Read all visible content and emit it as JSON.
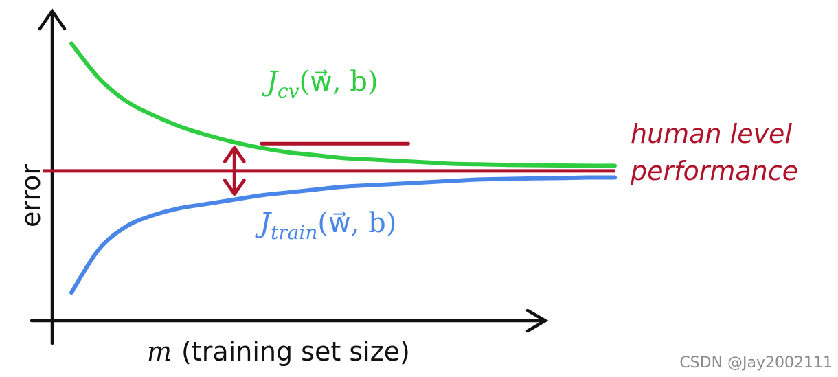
{
  "chart_data": {
    "type": "line",
    "xlabel": "(training set size)",
    "xlabel_symbol": "m",
    "ylabel": "error",
    "grid": false,
    "x": [
      0.0,
      0.05,
      0.1,
      0.15,
      0.2,
      0.25,
      0.3,
      0.35,
      0.4,
      0.45,
      0.5,
      0.55,
      0.6,
      0.65,
      0.7,
      0.75,
      0.8,
      0.85,
      0.9,
      0.95,
      1.0
    ],
    "series": [
      {
        "name": "J_cv(w, b)",
        "label_main": "J",
        "label_sub": "cv",
        "label_args": "(w⃗, b)",
        "color": "#2ecc40",
        "values": [
          0.92,
          0.8,
          0.72,
          0.67,
          0.63,
          0.6,
          0.575,
          0.555,
          0.54,
          0.53,
          0.52,
          0.515,
          0.51,
          0.505,
          0.5,
          0.498,
          0.496,
          0.495,
          0.494,
          0.493,
          0.493
        ]
      },
      {
        "name": "J_train(w, b)",
        "label_main": "J",
        "label_sub": "train",
        "label_args": "(w⃗, b)",
        "color": "#4a86e8",
        "values": [
          0.05,
          0.2,
          0.28,
          0.32,
          0.345,
          0.36,
          0.375,
          0.39,
          0.4,
          0.41,
          0.42,
          0.425,
          0.43,
          0.435,
          0.44,
          0.445,
          0.447,
          0.449,
          0.45,
          0.452,
          0.452
        ]
      }
    ],
    "reference_line": {
      "label_line1": "human level",
      "label_line2": "performance",
      "y": 0.475,
      "color": "#b0122a"
    },
    "annotation": {
      "type": "double-arrow",
      "color": "#b0122a",
      "x": 0.3
    }
  },
  "watermark": "CSDN @Jay2002111"
}
